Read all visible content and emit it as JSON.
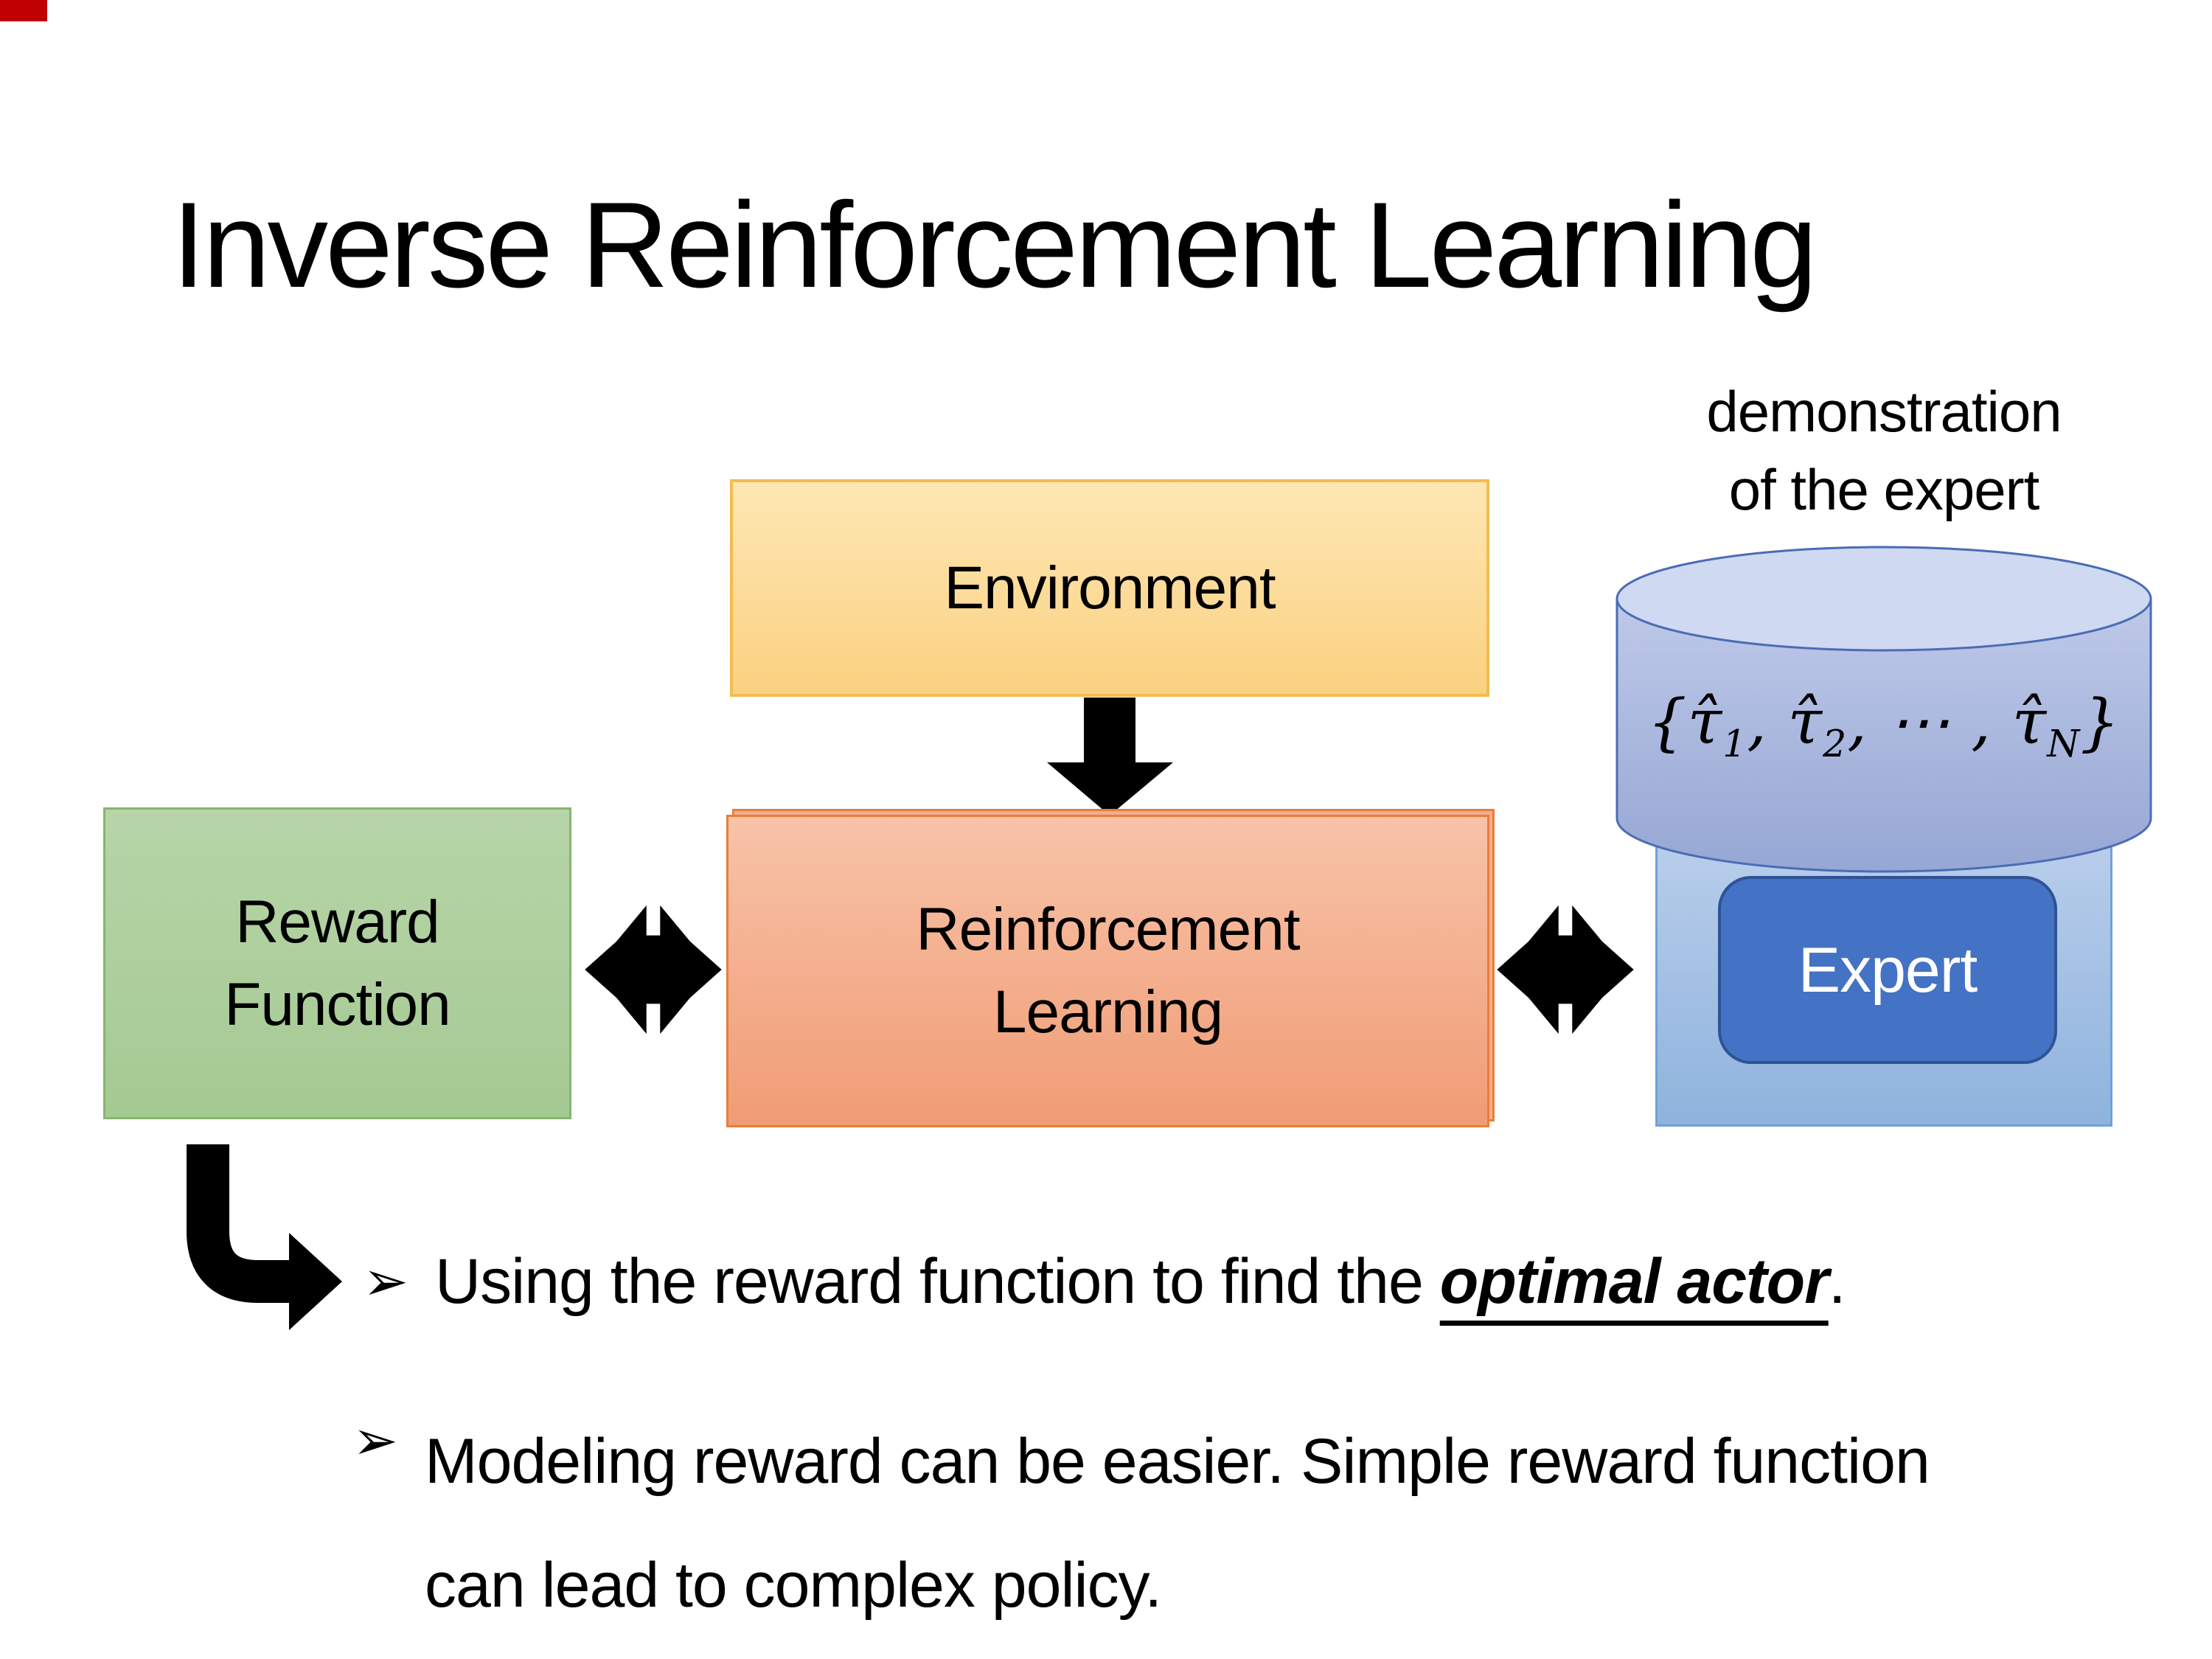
{
  "slide": {
    "title": "Inverse Reinforcement Learning",
    "demo_label": {
      "line1": "demonstration",
      "line2": "of the expert"
    },
    "boxes": {
      "environment": {
        "label": "Environment"
      },
      "reward": {
        "line1": "Reward",
        "line2": "Function"
      },
      "rl": {
        "line1": "Reinforcement",
        "line2": "Learning"
      },
      "expert": {
        "label": "Expert"
      }
    },
    "cylinder": {
      "formula": [
        {
          "t": "{"
        },
        {
          "t": "τ̂",
          "sub": "1"
        },
        {
          "t": ", "
        },
        {
          "t": "τ̂",
          "sub": "2"
        },
        {
          "t": ", ⋯ , "
        },
        {
          "t": "τ̂",
          "sub": "N"
        },
        {
          "t": "}"
        }
      ]
    },
    "bullets": [
      {
        "marker": "➢",
        "before": "Using the reward function to find the ",
        "highlight": "optimal actor",
        "after": "."
      },
      {
        "marker": "➢",
        "text": "Modeling reward can be easier. Simple reward function can lead to complex policy."
      }
    ]
  },
  "colors": {
    "corner_mark": "#C00000",
    "env_border": "#F4BC4E",
    "env_fill": "#FCD98F",
    "rl_border": "#E87E3A",
    "rl_fill": "#F5AD8C",
    "green_border": "#85B56F",
    "green_fill": "#AECF9E",
    "panel_border": "#70A1D7",
    "panel_fill": "#9BBCE3",
    "expert_fill": "#4472C4",
    "cylinder_fill": "#A8B6DE",
    "cylinder_stroke": "#4B6CB5",
    "arrow_color": "#000000"
  }
}
